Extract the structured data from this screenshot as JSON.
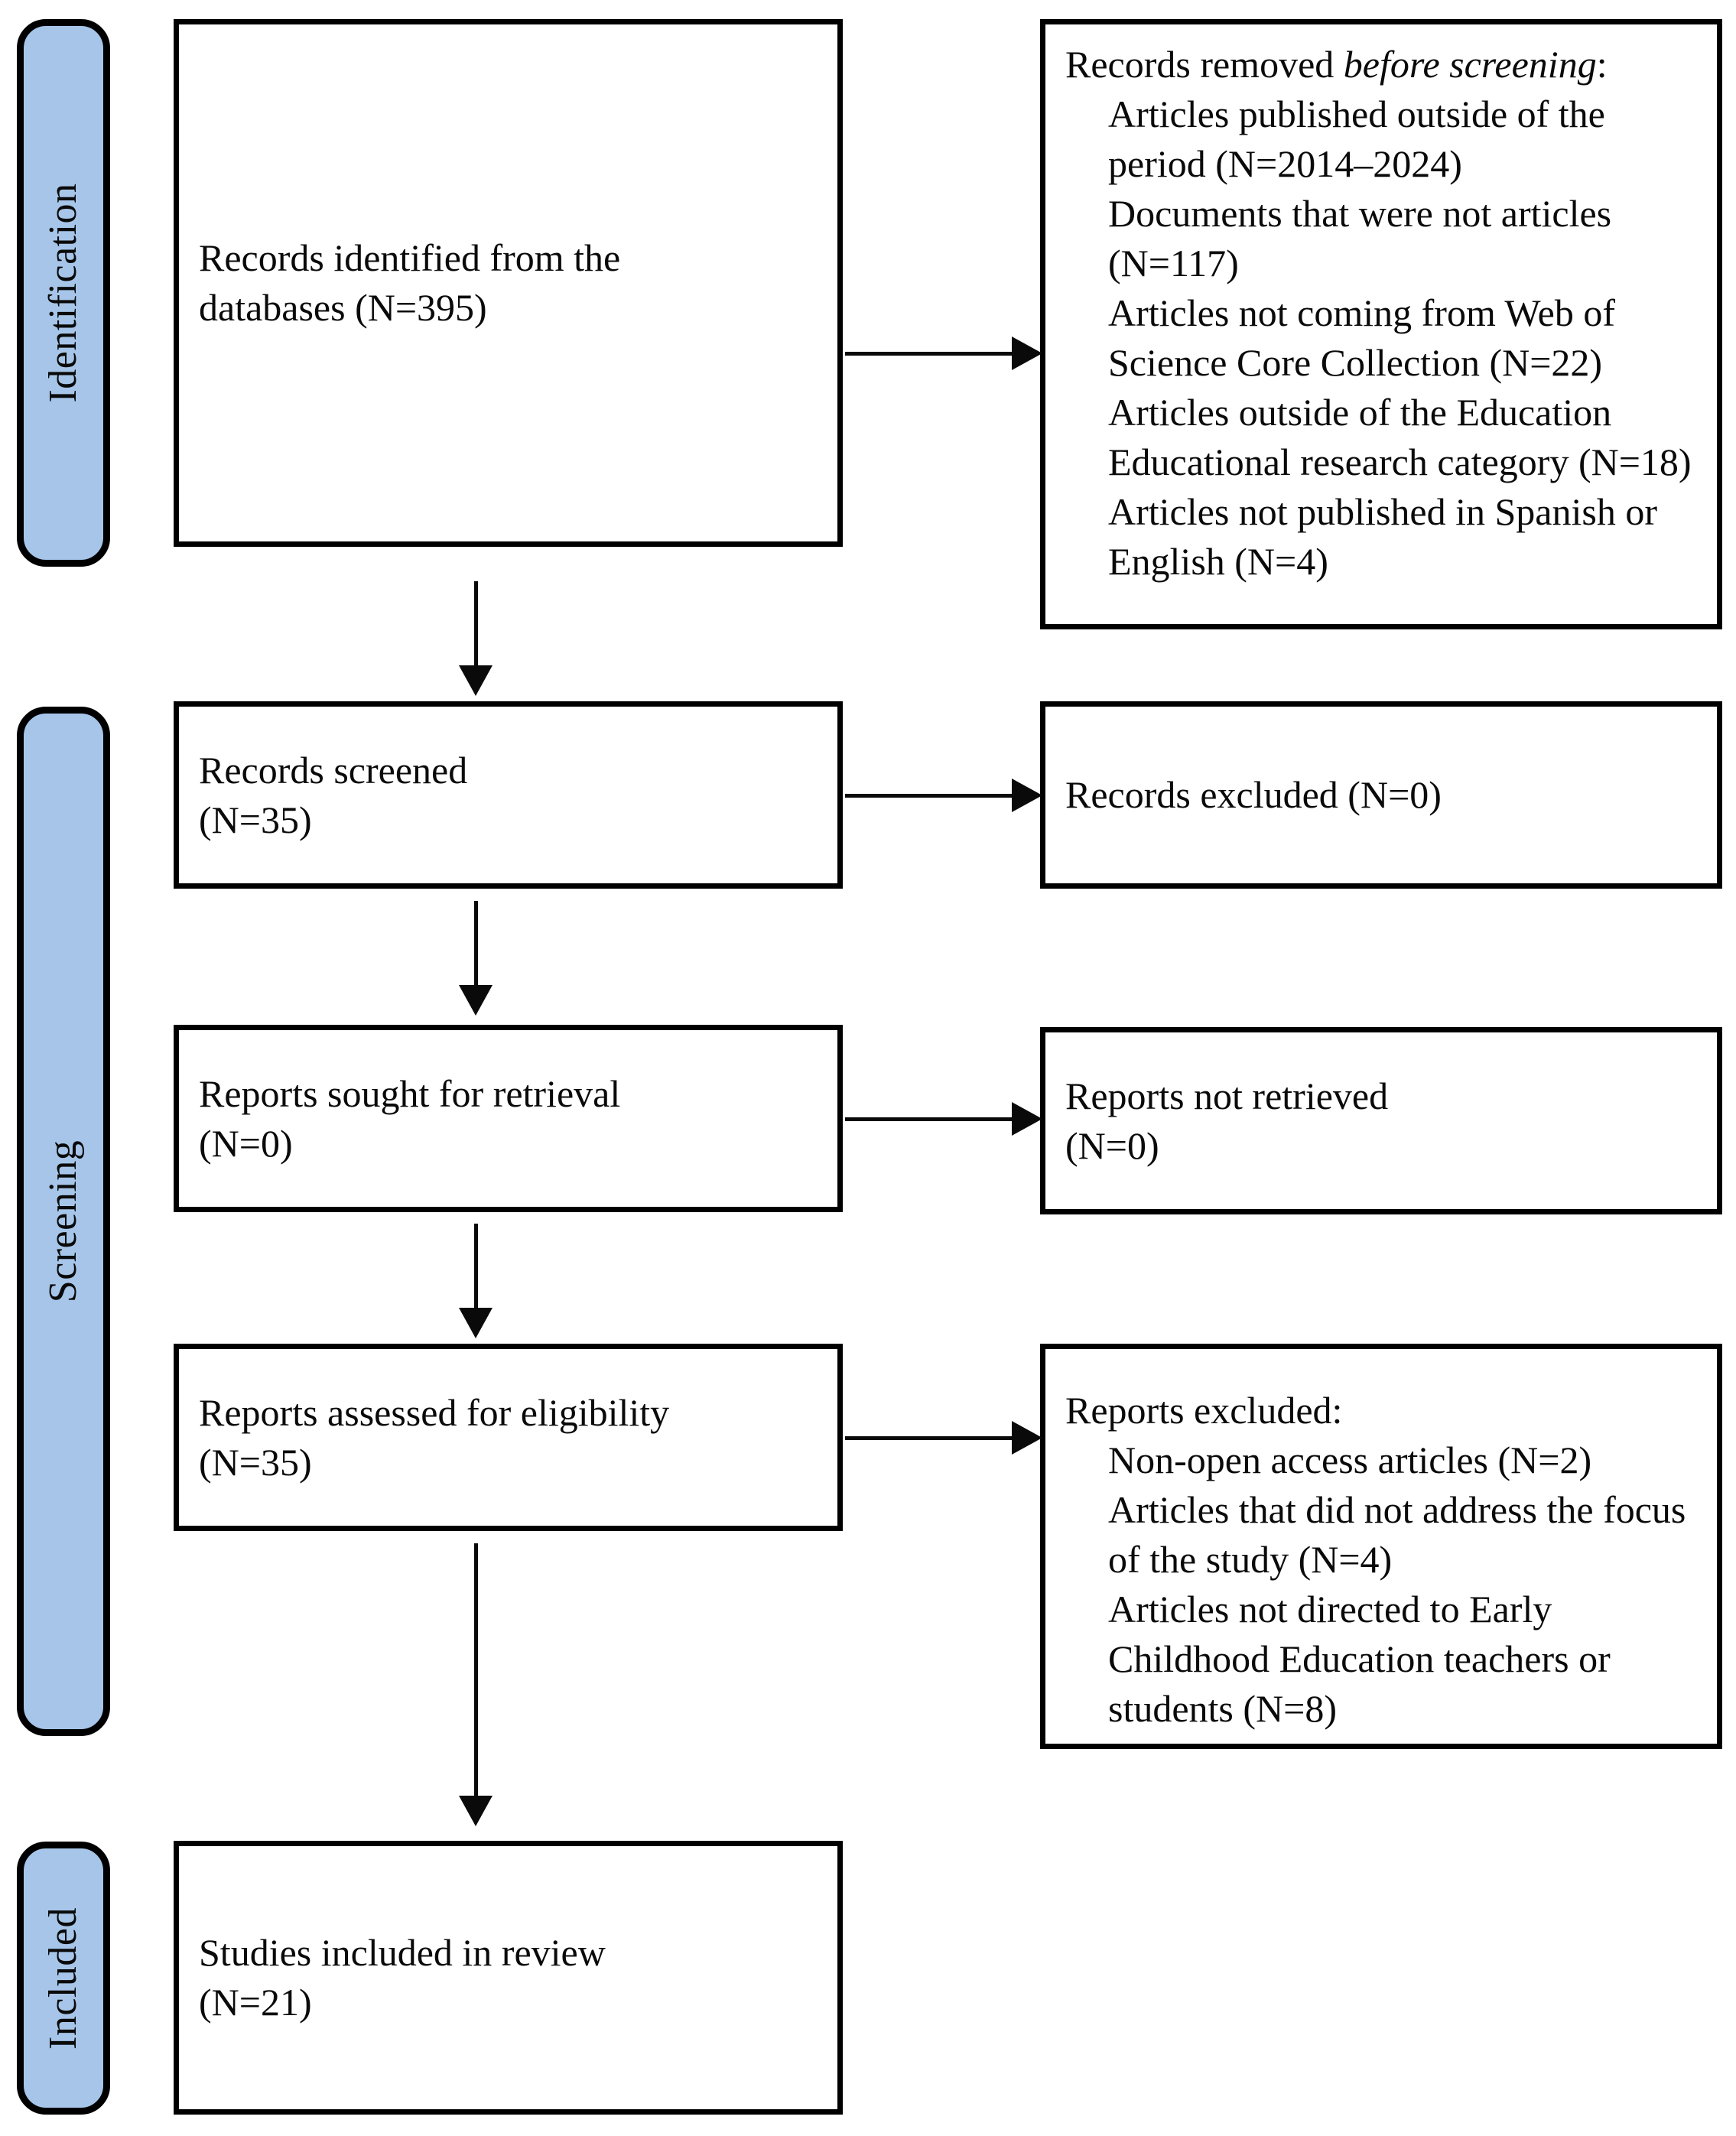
{
  "diagram": {
    "type": "prisma-flow-diagram",
    "colors": {
      "stage_pill_fill": "#a6c5e9",
      "border": "#000000",
      "box_fill": "#ffffff",
      "text": "#0a0a0a"
    },
    "stages": [
      {
        "id": "identification",
        "label": "Identification"
      },
      {
        "id": "screening",
        "label": "Screening"
      },
      {
        "id": "included",
        "label": "Included"
      }
    ],
    "boxes": {
      "records_identified": {
        "line1": "Records identified from the",
        "line2": "databases (N=395)"
      },
      "records_removed": {
        "heading_plain": "Records removed ",
        "heading_italic": "before screening",
        "heading_colon": ":",
        "items": [
          "Articles published outside of the period (N=2014–2024)",
          "Documents that were not articles (N=117)",
          "Articles not coming from Web of Science Core Collection (N=22)",
          "Articles outside of the Education Educational research category (N=18)",
          "Articles not published in Spanish or English (N=4)"
        ]
      },
      "records_screened": {
        "line1": "Records screened",
        "line2": "(N=35)"
      },
      "records_excluded": {
        "line1": "Records excluded (N=0)"
      },
      "reports_sought": {
        "line1": "Reports sought for retrieval",
        "line2": "(N=0)"
      },
      "reports_not_retrieved": {
        "line1": "Reports not retrieved",
        "line2": "(N=0)"
      },
      "reports_assessed": {
        "line1": "Reports assessed for eligibility",
        "line2": "(N=35)"
      },
      "reports_excluded": {
        "heading": "Reports excluded:",
        "items": [
          "Non-open access articles (N=2)",
          "Articles that did not address the focus of the study (N=4)",
          "Articles not directed to Early Childhood Education teachers or students (N=8)"
        ]
      },
      "studies_included": {
        "line1": "Studies included in review",
        "line2": "(N=21)"
      }
    }
  }
}
